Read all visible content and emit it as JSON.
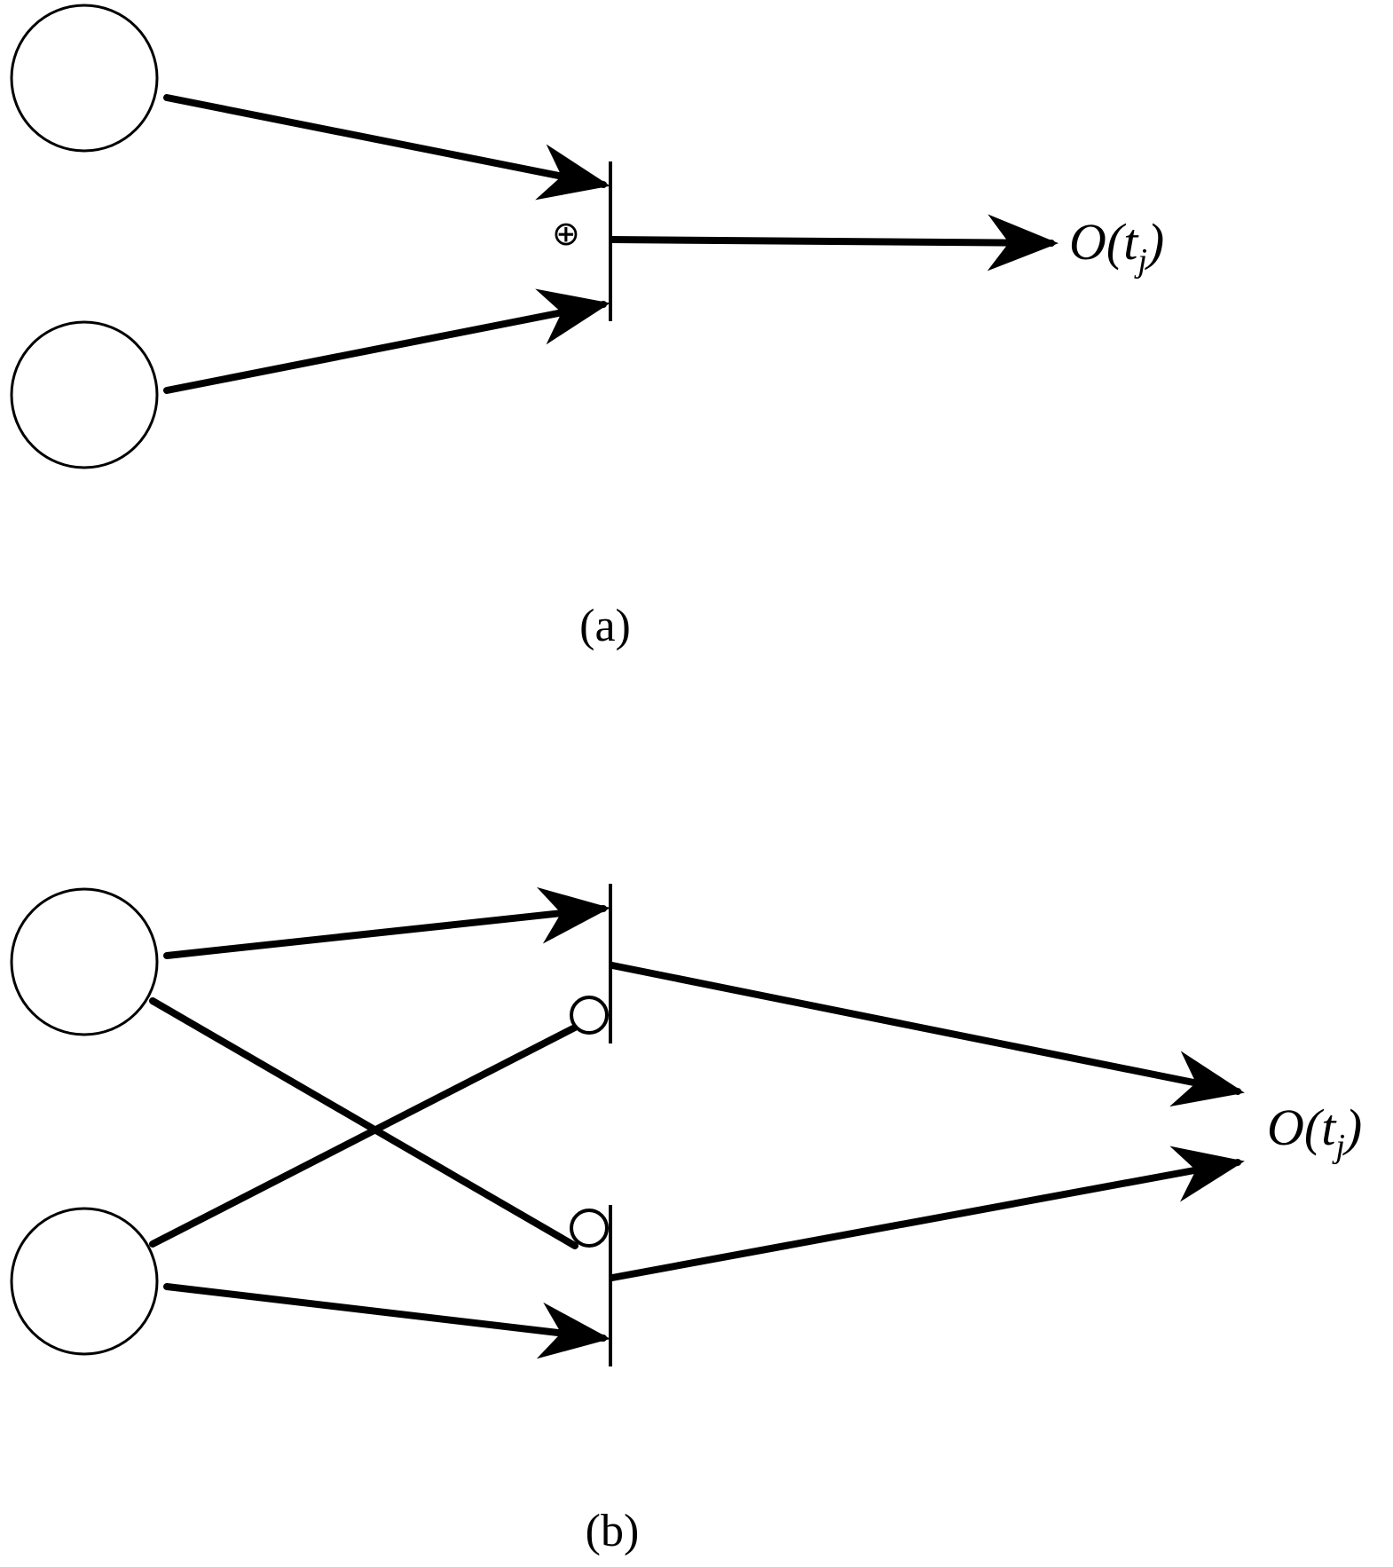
{
  "panel_a": {
    "caption": "(a)",
    "excitatory_symbol": "⊕",
    "output_label": "O(t",
    "output_subscript": "j",
    "output_close": ")"
  },
  "panel_b": {
    "caption": "(b)",
    "output_label": "O(t",
    "output_subscript": "j",
    "output_close": ")"
  }
}
